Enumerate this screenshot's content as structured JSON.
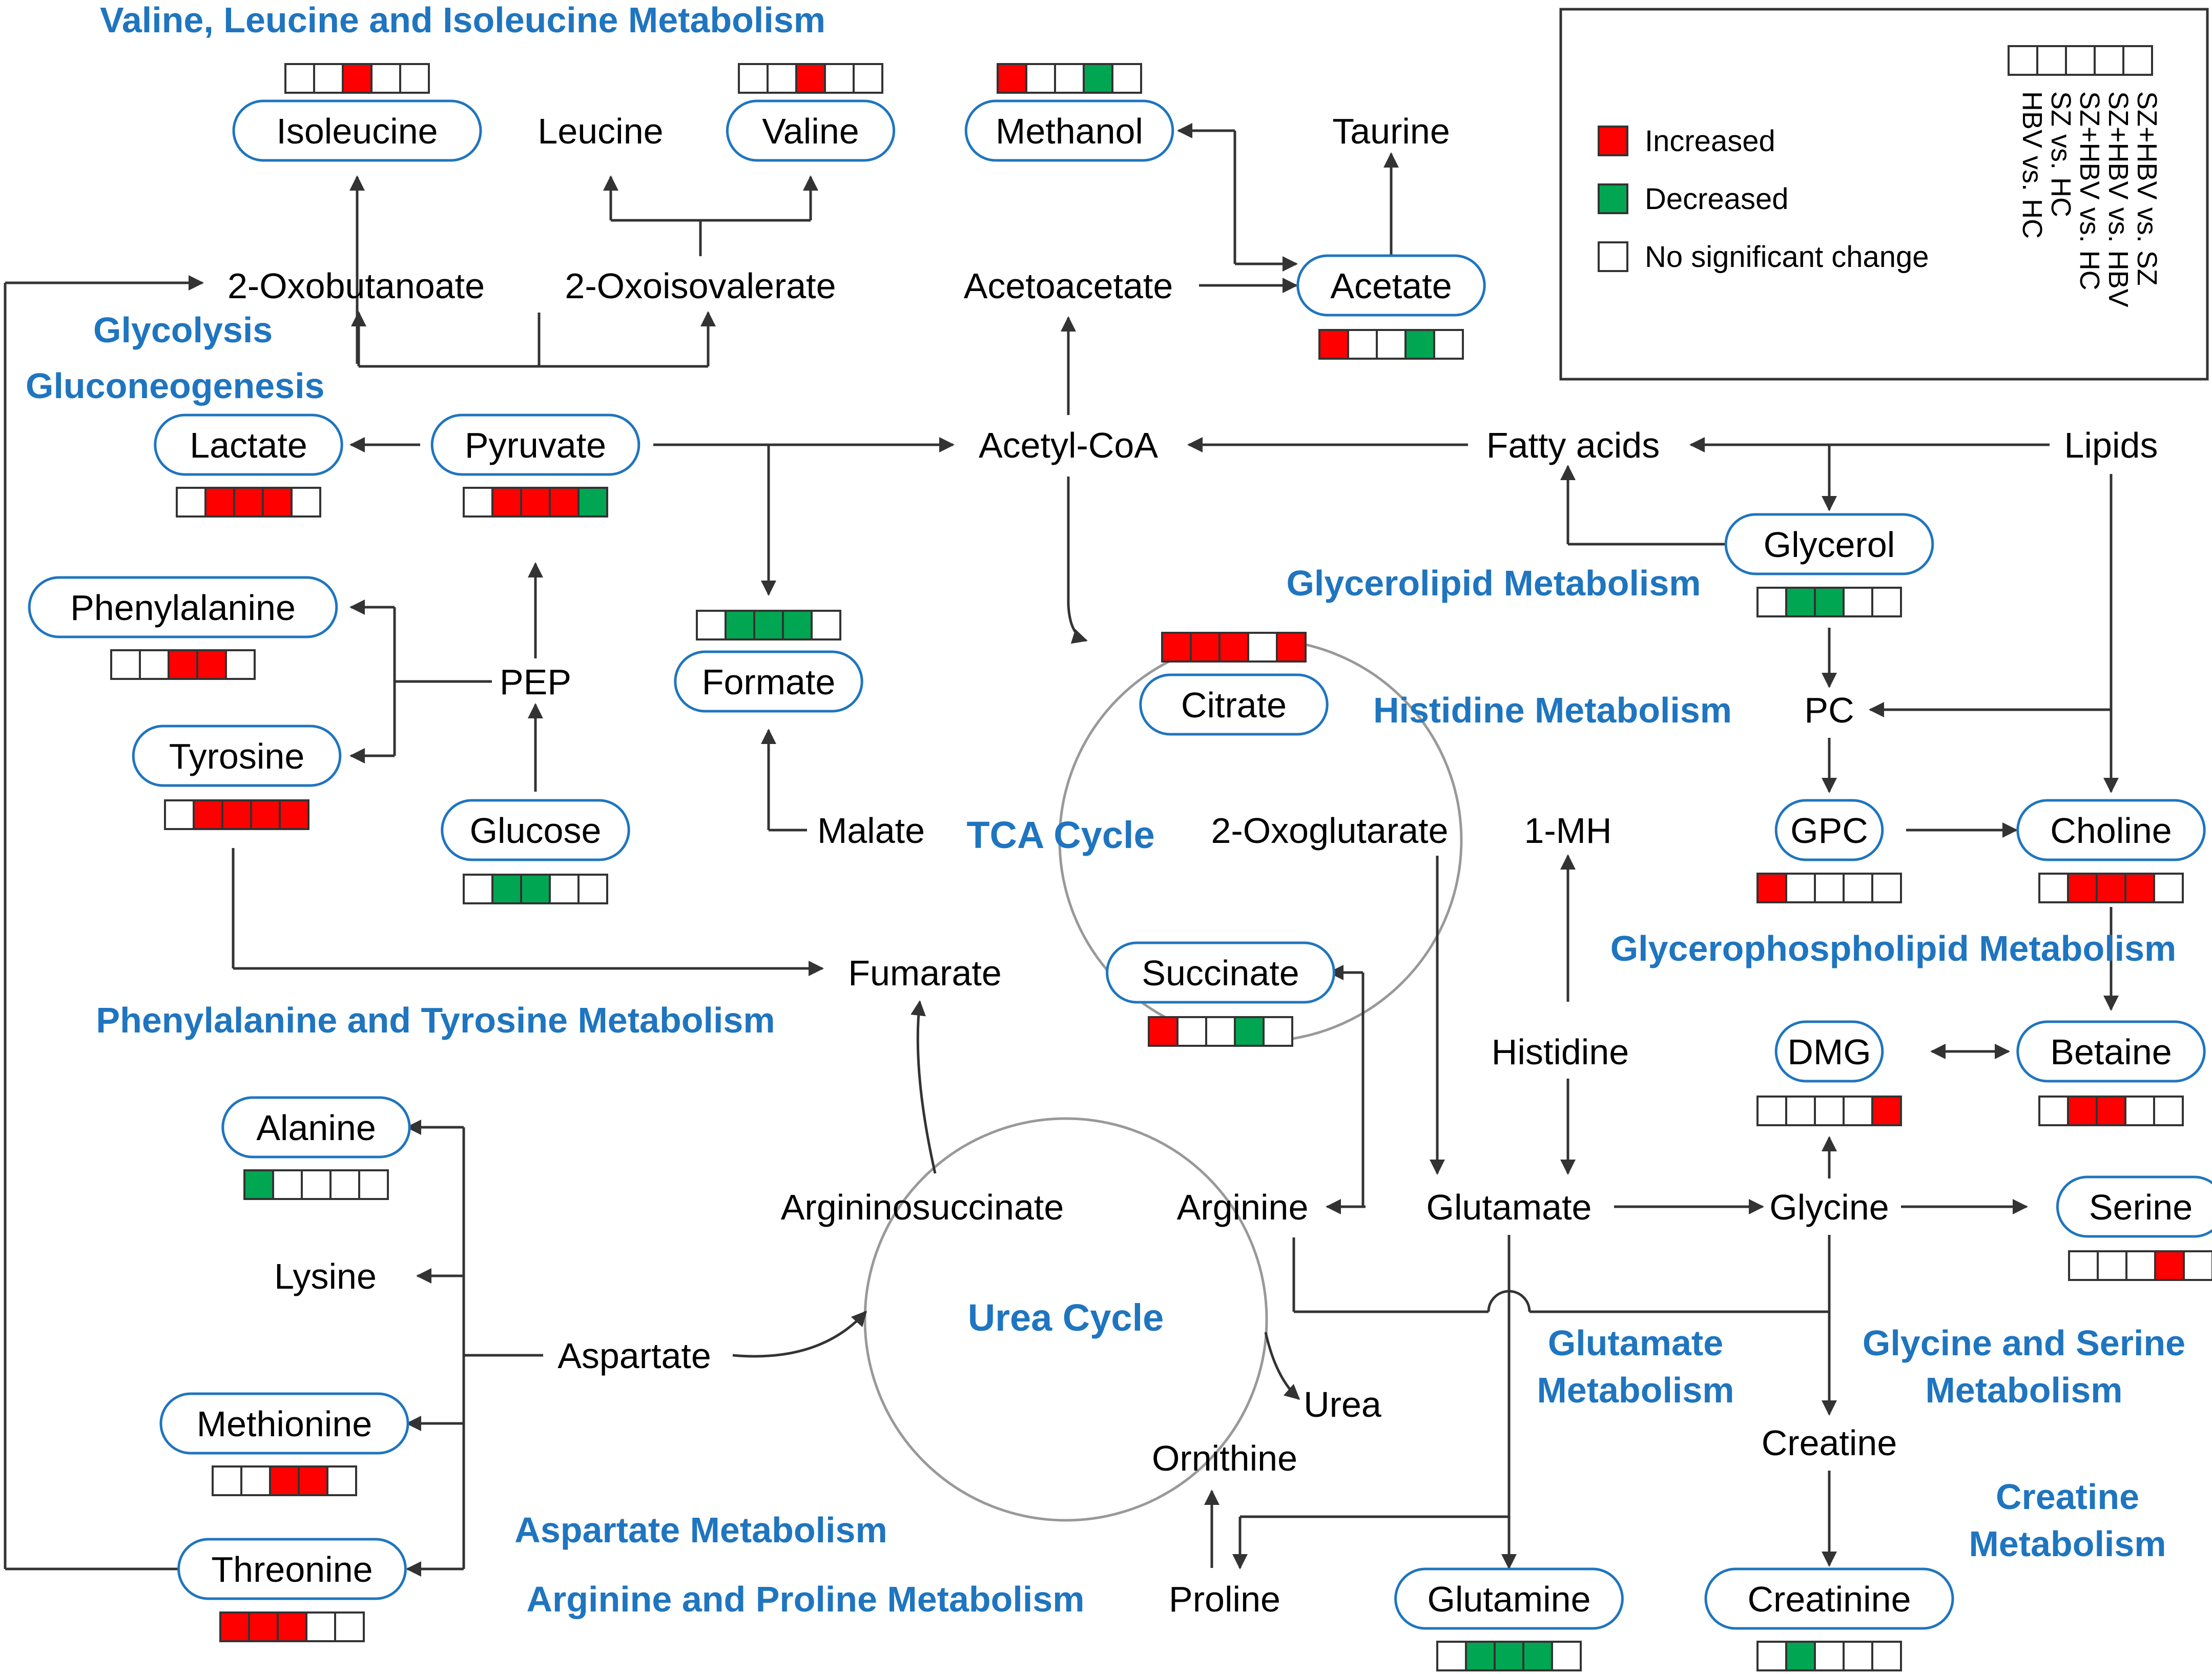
{
  "colors": {
    "increased": "#ff0000",
    "decreased": "#00a651",
    "nochange": "#ffffff",
    "pathway_text": "#1f75bf",
    "node_border": "#1f75bf",
    "line": "#333333",
    "cycle": "#999999"
  },
  "pathway_labels": [
    {
      "id": "bcaa",
      "text": "Valine, Leucine and Isoleucine Metabolism"
    },
    {
      "id": "glycolysis",
      "text": "Glycolysis"
    },
    {
      "id": "gluconeogenesis",
      "text": "Gluconeogenesis"
    },
    {
      "id": "glycerolipid",
      "text": "Glycerolipid Metabolism"
    },
    {
      "id": "histidine",
      "text": "Histidine Metabolism"
    },
    {
      "id": "tca",
      "text": "TCA Cycle"
    },
    {
      "id": "glycerophospholipid",
      "text": "Glycerophospholipid Metabolism"
    },
    {
      "id": "phetyr",
      "text": "Phenylalanine and Tyrosine Metabolism"
    },
    {
      "id": "urea",
      "text": "Urea Cycle"
    },
    {
      "id": "glutamate1",
      "text": "Glutamate"
    },
    {
      "id": "glutamate2",
      "text": "Metabolism"
    },
    {
      "id": "glyser1",
      "text": "Glycine and Serine"
    },
    {
      "id": "glyser2",
      "text": "Metabolism"
    },
    {
      "id": "creatine1",
      "text": "Creatine"
    },
    {
      "id": "creatine2",
      "text": "Metabolism"
    },
    {
      "id": "aspartate",
      "text": "Aspartate Metabolism"
    },
    {
      "id": "argpro",
      "text": "Arginine and Proline Metabolism"
    }
  ],
  "metabolites": [
    {
      "id": "isoleucine",
      "label": "Isoleucine",
      "measured": true,
      "changes": [
        "n",
        "n",
        "i",
        "n",
        "n"
      ]
    },
    {
      "id": "leucine",
      "label": "Leucine",
      "measured": false
    },
    {
      "id": "valine",
      "label": "Valine",
      "measured": true,
      "changes": [
        "n",
        "n",
        "i",
        "n",
        "n"
      ]
    },
    {
      "id": "methanol",
      "label": "Methanol",
      "measured": true,
      "changes": [
        "i",
        "n",
        "n",
        "d",
        "n"
      ]
    },
    {
      "id": "taurine",
      "label": "Taurine",
      "measured": false
    },
    {
      "id": "oxobutanoate",
      "label": "2-Oxobutanoate",
      "measured": false
    },
    {
      "id": "oxoisovalerate",
      "label": "2-Oxoisovalerate",
      "measured": false
    },
    {
      "id": "acetoacetate",
      "label": "Acetoacetate",
      "measured": false
    },
    {
      "id": "acetate",
      "label": "Acetate",
      "measured": true,
      "changes": [
        "i",
        "n",
        "n",
        "d",
        "n"
      ]
    },
    {
      "id": "lactate",
      "label": "Lactate",
      "measured": true,
      "changes": [
        "n",
        "i",
        "i",
        "i",
        "n"
      ]
    },
    {
      "id": "pyruvate",
      "label": "Pyruvate",
      "measured": true,
      "changes": [
        "n",
        "i",
        "i",
        "i",
        "d"
      ]
    },
    {
      "id": "acetylcoa",
      "label": "Acetyl-CoA",
      "measured": false
    },
    {
      "id": "fattyacids",
      "label": "Fatty acids",
      "measured": false
    },
    {
      "id": "lipids",
      "label": "Lipids",
      "measured": false
    },
    {
      "id": "glycerol",
      "label": "Glycerol",
      "measured": true,
      "changes": [
        "n",
        "d",
        "d",
        "n",
        "n"
      ]
    },
    {
      "id": "phenylalanine",
      "label": "Phenylalanine",
      "measured": true,
      "changes": [
        "n",
        "n",
        "i",
        "i",
        "n"
      ]
    },
    {
      "id": "pep",
      "label": "PEP",
      "measured": false
    },
    {
      "id": "formate",
      "label": "Formate",
      "measured": true,
      "changes": [
        "n",
        "d",
        "d",
        "d",
        "n"
      ]
    },
    {
      "id": "citrate",
      "label": "Citrate",
      "measured": true,
      "changes": [
        "i",
        "i",
        "i",
        "n",
        "i"
      ]
    },
    {
      "id": "pc",
      "label": "PC",
      "measured": false
    },
    {
      "id": "tyrosine",
      "label": "Tyrosine",
      "measured": true,
      "changes": [
        "n",
        "i",
        "i",
        "i",
        "i"
      ]
    },
    {
      "id": "glucose",
      "label": "Glucose",
      "measured": true,
      "changes": [
        "n",
        "d",
        "d",
        "n",
        "n"
      ]
    },
    {
      "id": "malate",
      "label": "Malate",
      "measured": false
    },
    {
      "id": "oxoglutarate",
      "label": "2-Oxoglutarate",
      "measured": false
    },
    {
      "id": "mh",
      "label": "1-MH",
      "measured": false
    },
    {
      "id": "gpc",
      "label": "GPC",
      "measured": true,
      "changes": [
        "i",
        "n",
        "n",
        "n",
        "n"
      ]
    },
    {
      "id": "choline",
      "label": "Choline",
      "measured": true,
      "changes": [
        "n",
        "i",
        "i",
        "i",
        "n"
      ]
    },
    {
      "id": "fumarate",
      "label": "Fumarate",
      "measured": false
    },
    {
      "id": "succinate",
      "label": "Succinate",
      "measured": true,
      "changes": [
        "i",
        "n",
        "n",
        "d",
        "n"
      ]
    },
    {
      "id": "histidine",
      "label": "Histidine",
      "measured": false
    },
    {
      "id": "dmg",
      "label": "DMG",
      "measured": true,
      "changes": [
        "n",
        "n",
        "n",
        "n",
        "i"
      ]
    },
    {
      "id": "betaine",
      "label": "Betaine",
      "measured": true,
      "changes": [
        "n",
        "i",
        "i",
        "n",
        "n"
      ]
    },
    {
      "id": "alanine",
      "label": "Alanine",
      "measured": true,
      "changes": [
        "d",
        "n",
        "n",
        "n",
        "n"
      ]
    },
    {
      "id": "argininosuccinate",
      "label": "Argininosuccinate",
      "measured": false
    },
    {
      "id": "arginine",
      "label": "Arginine",
      "measured": false
    },
    {
      "id": "glutamate",
      "label": "Glutamate",
      "measured": false
    },
    {
      "id": "glycine",
      "label": "Glycine",
      "measured": false
    },
    {
      "id": "serine",
      "label": "Serine",
      "measured": true,
      "changes": [
        "n",
        "n",
        "n",
        "i",
        "n"
      ]
    },
    {
      "id": "lysine",
      "label": "Lysine",
      "measured": false
    },
    {
      "id": "aspartate",
      "label": "Aspartate",
      "measured": false
    },
    {
      "id": "urea",
      "label": "Urea",
      "measured": false
    },
    {
      "id": "methionine",
      "label": "Methionine",
      "measured": true,
      "changes": [
        "n",
        "n",
        "i",
        "i",
        "n"
      ]
    },
    {
      "id": "ornithine",
      "label": "Ornithine",
      "measured": false
    },
    {
      "id": "creatine",
      "label": "Creatine",
      "measured": false
    },
    {
      "id": "threonine",
      "label": "Threonine",
      "measured": true,
      "changes": [
        "i",
        "i",
        "i",
        "n",
        "n"
      ]
    },
    {
      "id": "proline",
      "label": "Proline",
      "measured": false
    },
    {
      "id": "glutamine",
      "label": "Glutamine",
      "measured": true,
      "changes": [
        "n",
        "d",
        "d",
        "d",
        "n"
      ]
    },
    {
      "id": "creatinine",
      "label": "Creatinine",
      "measured": true,
      "changes": [
        "n",
        "d",
        "n",
        "n",
        "n"
      ]
    }
  ],
  "legend": {
    "items": [
      {
        "state": "i",
        "label": "Increased"
      },
      {
        "state": "d",
        "label": "Decreased"
      },
      {
        "state": "n",
        "label": "No significant change"
      }
    ],
    "comparisons": [
      "SZ+HBV vs. SZ",
      "SZ+HBV vs. HBV",
      "SZ+HBV vs. HC",
      "SZ vs. HC",
      "HBV vs. HC"
    ]
  }
}
